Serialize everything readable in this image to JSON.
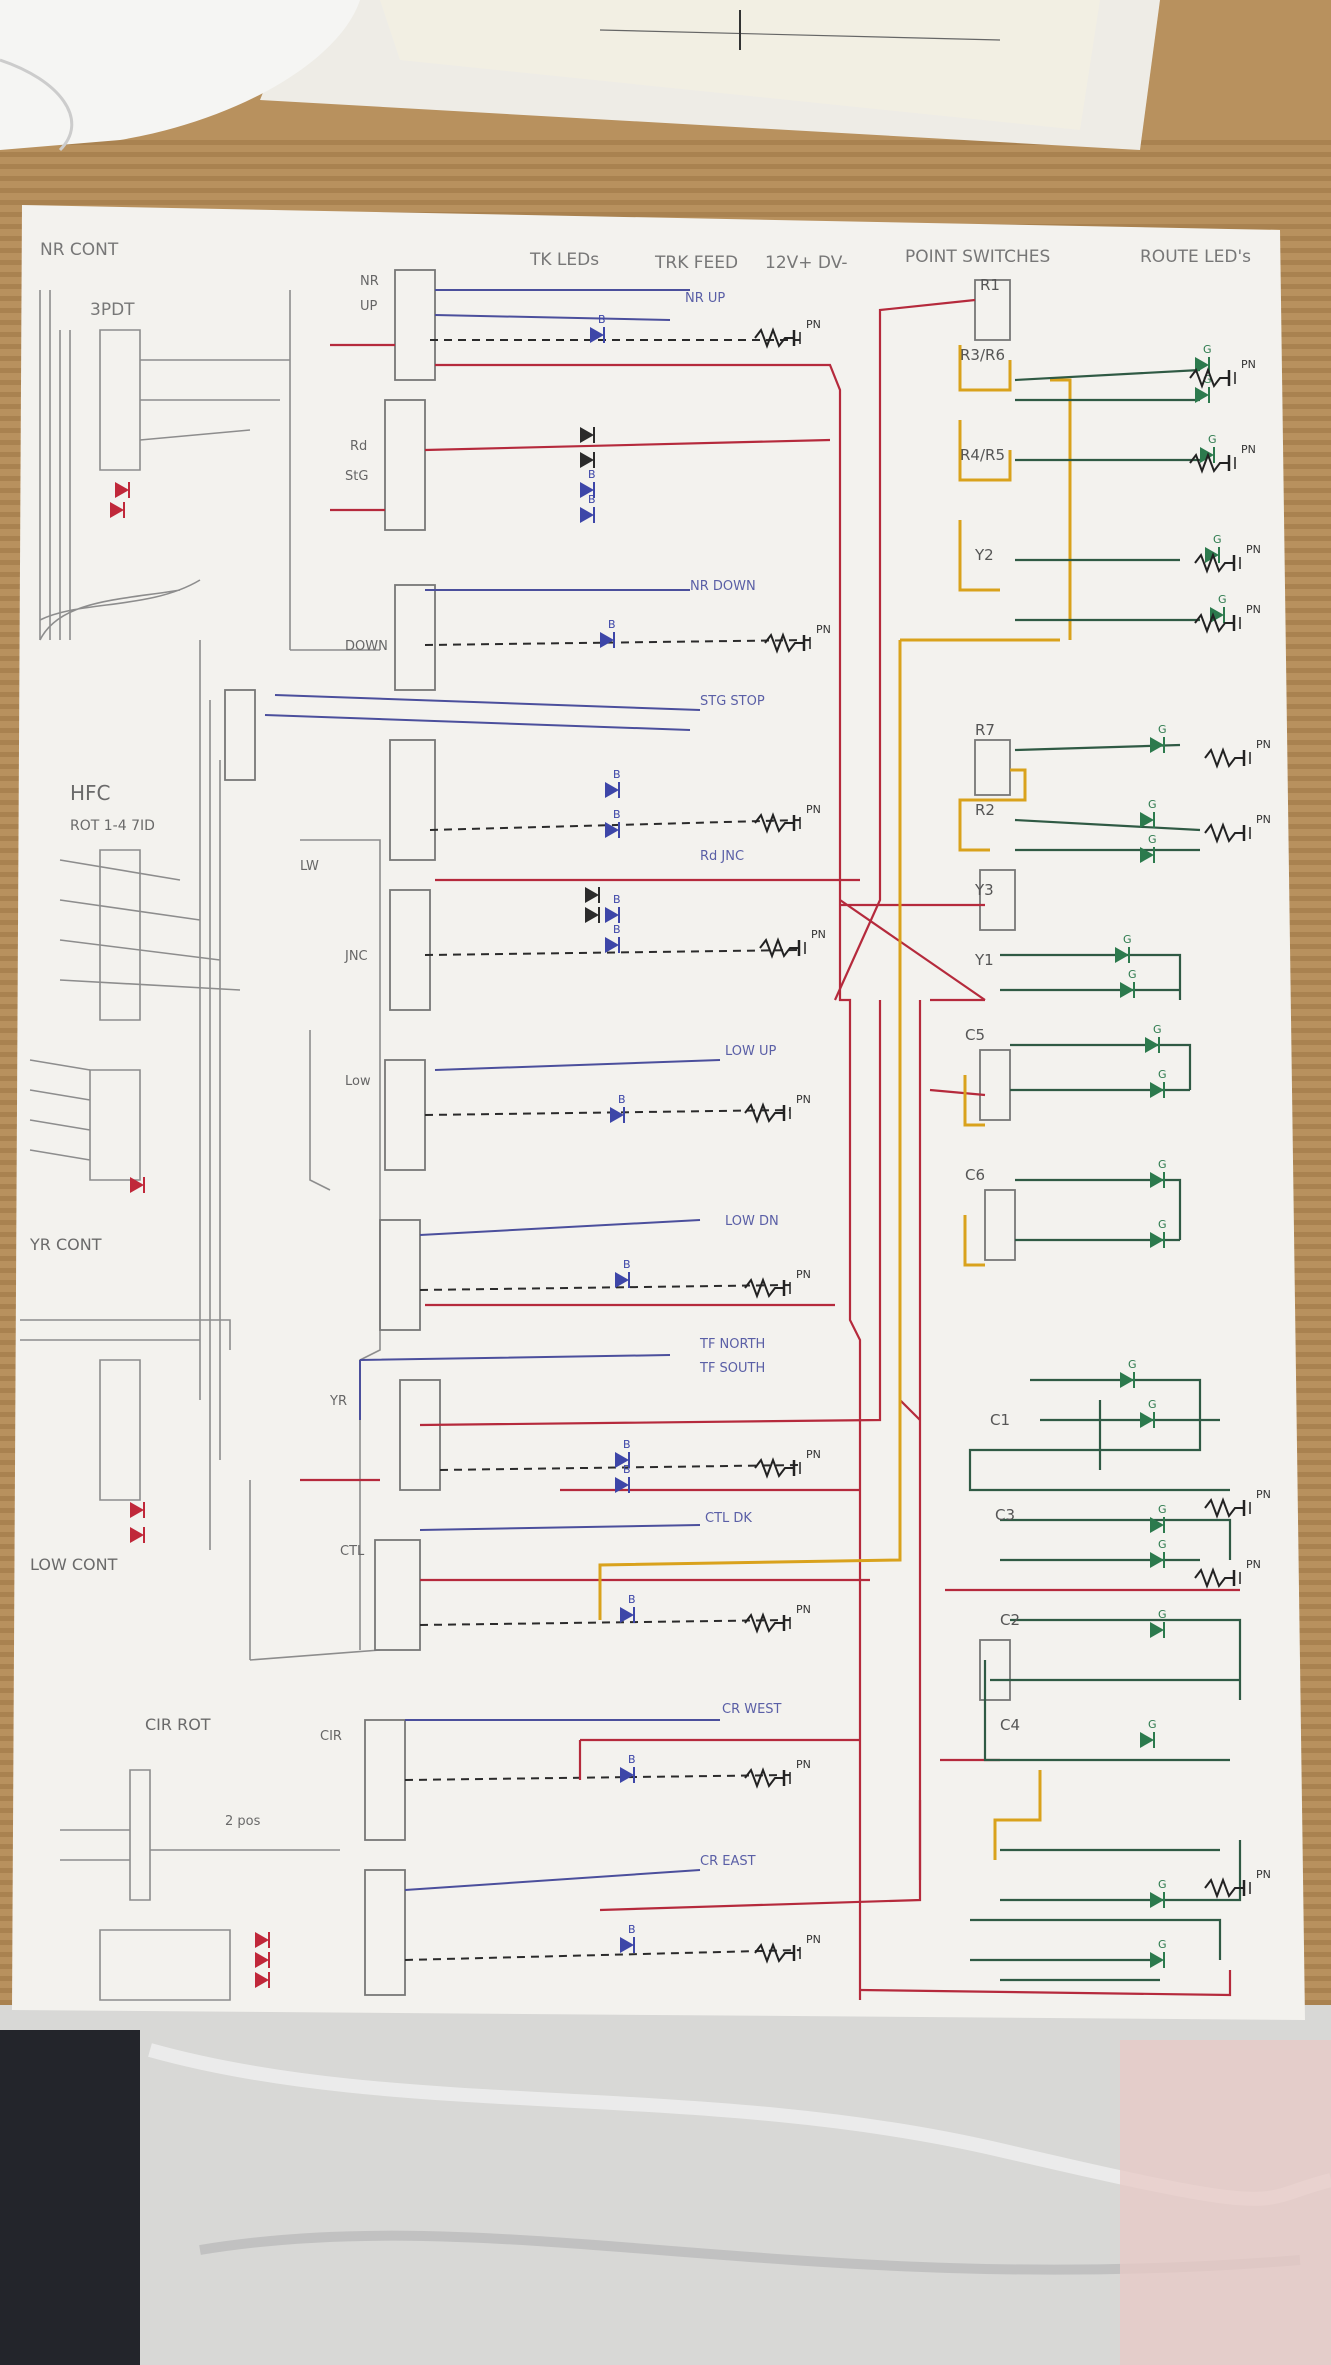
{
  "colors": {
    "paper": "#f3f2ee",
    "pencil": "#8d8d8d",
    "blue_wire": "#4b4f9c",
    "red_wire": "#b52a3c",
    "green_wire": "#2f5a44",
    "yellow_wire": "#d9a21c",
    "black_wire": "#2b2b2b",
    "bamboo_mat": "#b8915e"
  },
  "headers": {
    "nr_cont": "NR CONT",
    "three_pdt": "3PDT",
    "tk_leds": "TK LEDs",
    "trk_feed": "TRK FEED",
    "twelve_v": "12V+ DV-",
    "point_sw": "POINT SWITCHES",
    "route_leds": "ROUTE LED's"
  },
  "left_labels": {
    "hfc": "HFC",
    "rot": "ROT 1-4 7ID",
    "yr_cont": "YR CONT",
    "low_cont": "LOW CONT",
    "cir_rot": "CIR ROT",
    "two_pos": "2 pos"
  },
  "switch_labels": [
    {
      "id": "nr",
      "text": "NR"
    },
    {
      "id": "up",
      "text": "UP"
    },
    {
      "id": "rd",
      "text": "Rd"
    },
    {
      "id": "stg",
      "text": "StG"
    },
    {
      "id": "dwn",
      "text": "DOWN"
    },
    {
      "id": "jnc",
      "text": "JNC"
    },
    {
      "id": "low",
      "text": "Low"
    },
    {
      "id": "lw",
      "text": "LW"
    },
    {
      "id": "yr",
      "text": "YR"
    },
    {
      "id": "ctl",
      "text": "CTL"
    },
    {
      "id": "cir",
      "text": "CIR"
    }
  ],
  "arrow_labels": [
    "NR UP",
    "NR DOWN",
    "STG STOP",
    "Rd JNC",
    "LOW UP",
    "LOW DN",
    "TF NORTH",
    "TF SOUTH",
    "CTL DK",
    "CR WEST",
    "CR EAST"
  ],
  "point_labels": [
    "R1",
    "R3/R6",
    "R4/R5",
    "Y2",
    "R7",
    "R2",
    "Y3",
    "Y1",
    "C5",
    "C6",
    "C1",
    "C3",
    "C2",
    "C4"
  ],
  "led_labels": {
    "blue": "B",
    "green": "G",
    "pn": "PN"
  }
}
